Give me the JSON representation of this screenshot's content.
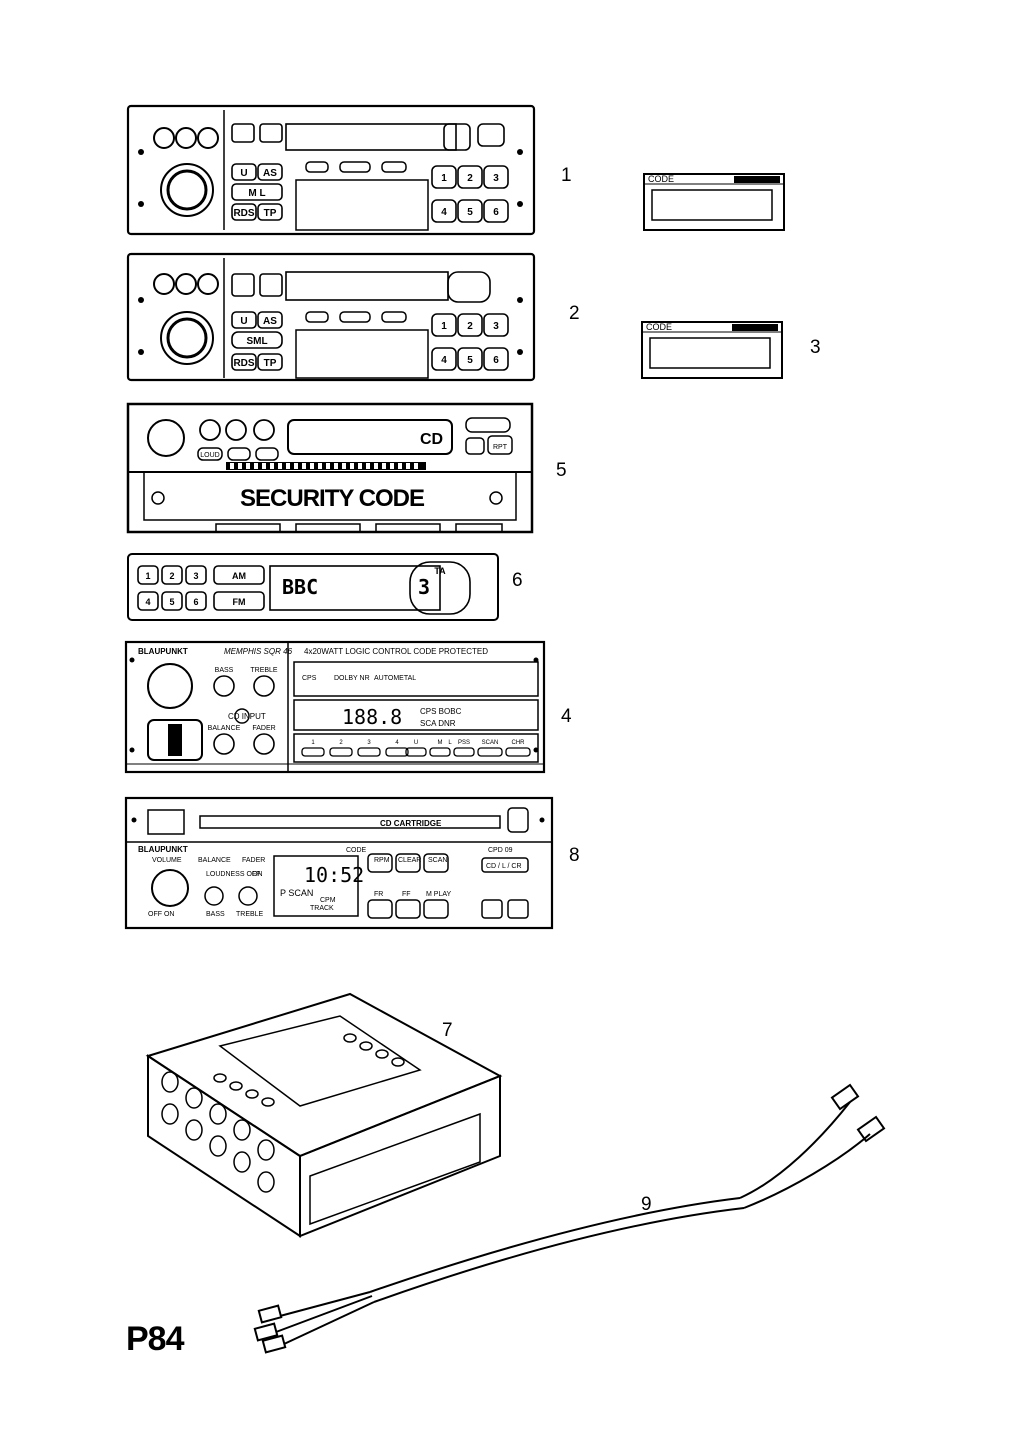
{
  "callouts": [
    "1",
    "2",
    "3",
    "4",
    "5",
    "6",
    "7",
    "8",
    "9"
  ],
  "page_code": "P84",
  "radio1": {
    "buttons": [
      "U",
      "AS",
      "M",
      "L",
      "RDS",
      "TP"
    ],
    "presets": [
      "1",
      "2",
      "3",
      "4",
      "5",
      "6"
    ]
  },
  "radio2": {
    "buttons": [
      "U",
      "AS",
      "SML",
      "RDS",
      "TP"
    ],
    "presets": [
      "1",
      "2",
      "3",
      "4",
      "5",
      "6"
    ]
  },
  "code_card": {
    "label": "CODE"
  },
  "radio5": {
    "banner": "SECURITY CODE",
    "cd_label": "CD",
    "buttons": [
      "LOUD",
      "RPT"
    ]
  },
  "radio6": {
    "display": "BBC",
    "display_num": "3",
    "buttons": [
      "AM",
      "FM",
      "TA"
    ],
    "presets": [
      "1",
      "2",
      "3",
      "4",
      "5",
      "6"
    ]
  },
  "radio4": {
    "brand": "BLAUPUNKT",
    "model": "MEMPHIS SQR 46",
    "header": "4x20WATT  LOGIC CONTROL  CODE PROTECTED",
    "knob_labels": [
      "BASS",
      "TREBLE",
      "BALANCE",
      "FADER"
    ],
    "cd_input": "CD INPUT",
    "tape_labels": [
      "CPS",
      "DOLBY NR",
      "AUTOMETAL"
    ],
    "display": "188.8",
    "display_right": [
      "CPS BOBC",
      "SCA DNR"
    ],
    "keys_top": [
      "1",
      "2",
      "3",
      "4",
      "U",
      "M",
      "L",
      "PSS",
      "SCAN",
      "CHR"
    ]
  },
  "radio8": {
    "cartridge": "CD CARTRIDGE",
    "brand": "BLAUPUNKT",
    "code": "CODE",
    "model": "CPD 09",
    "controls": [
      "VOLUME",
      "BALANCE",
      "FADER"
    ],
    "loudness": "LOUDNESS OFF",
    "on": "ON",
    "power": "OFF ON",
    "knob_labels": [
      "BASS",
      "TREBLE"
    ],
    "time": "10:52",
    "display_text": "P SCAN",
    "display_sub": [
      "CPM",
      "TRACK"
    ],
    "keys": [
      "RPM",
      "CLEAR",
      "SCAN",
      "FR",
      "FF",
      "M PLAY"
    ],
    "cd_btn": "CD / L / CR"
  }
}
